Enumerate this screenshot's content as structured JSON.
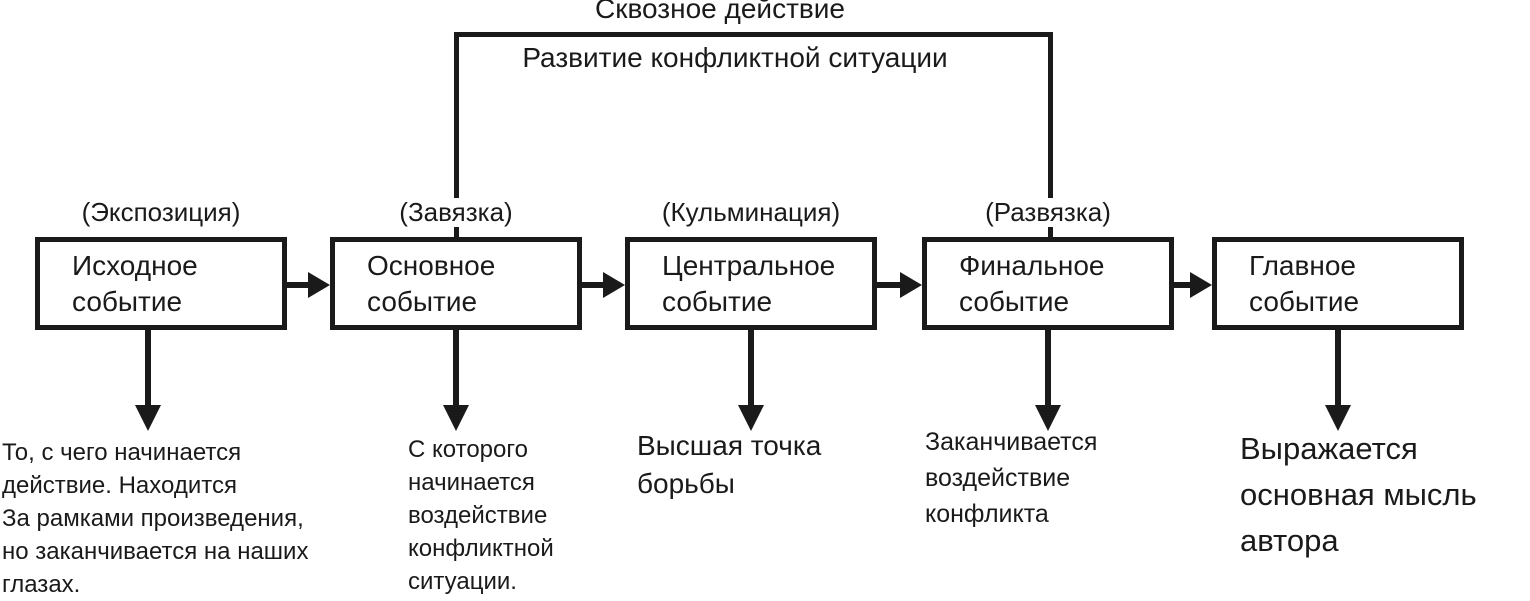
{
  "bracket": {
    "title": "Сквозное действие",
    "subtitle": "Развитие конфликтной ситуации"
  },
  "stages": [
    {
      "stage_label": "(Экспозиция)",
      "box_label": "Исходное\nсобытие",
      "description": "То, с чего начинается\nдействие. Находится\nЗа рамками произведения,\nно заканчивается на наших\nглазах."
    },
    {
      "stage_label": "(Завязка)",
      "box_label": "Основное\nсобытие",
      "description": "С которого\nначинается\nвоздействие\nконфликтной\nситуации."
    },
    {
      "stage_label": "(Кульминация)",
      "box_label": "Центральное\nсобытие",
      "description": "Высшая точка\nборьбы"
    },
    {
      "stage_label": "(Развязка)",
      "box_label": "Финальное\nсобытие",
      "description": "Заканчивается\nвоздействие\nконфликта"
    },
    {
      "stage_label": "",
      "box_label": "Главное\nсобытие",
      "description": "Выражается\nосновная мысль\nавтора"
    }
  ],
  "colors": {
    "ink": "#1a1a1a",
    "background": "#ffffff"
  }
}
